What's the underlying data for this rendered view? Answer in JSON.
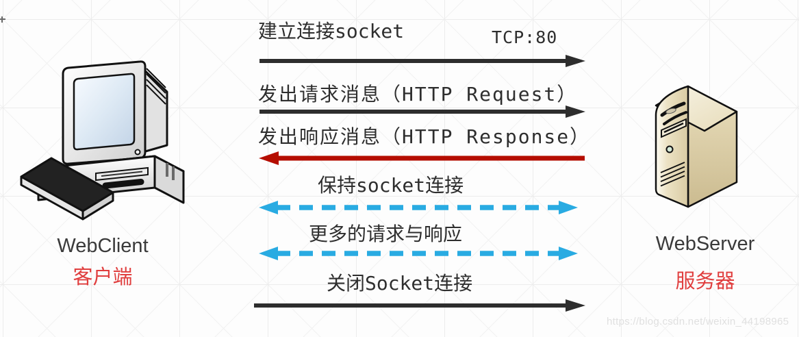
{
  "client": {
    "name": "WebClient",
    "name_cn": "客户端",
    "icon": "desktop-computer-icon"
  },
  "server": {
    "name": "WebServer",
    "name_cn": "服务器",
    "icon": "server-tower-icon"
  },
  "messages": [
    {
      "label": "建立连接socket",
      "note": "TCP:80",
      "direction": "client-to-server",
      "style": "solid-black"
    },
    {
      "label": "发出请求消息（HTTP Request）",
      "direction": "client-to-server",
      "style": "solid-black"
    },
    {
      "label": "发出响应消息（HTTP Response）",
      "direction": "server-to-client",
      "style": "solid-red"
    },
    {
      "label": "保持socket连接",
      "direction": "bidirectional",
      "style": "dashed-blue"
    },
    {
      "label": "更多的请求与响应",
      "direction": "bidirectional",
      "style": "dashed-blue"
    },
    {
      "label": "关闭Socket连接",
      "direction": "client-to-server",
      "style": "solid-black"
    }
  ],
  "colors": {
    "arrow_black": "#2d2d2d",
    "arrow_red": "#b50d00",
    "arrow_blue": "#29abe2",
    "label_text": "#2e2e2e",
    "cn_label_red": "#e03e3e"
  },
  "watermark": "https://blog.csdn.net/weixin_44198965"
}
